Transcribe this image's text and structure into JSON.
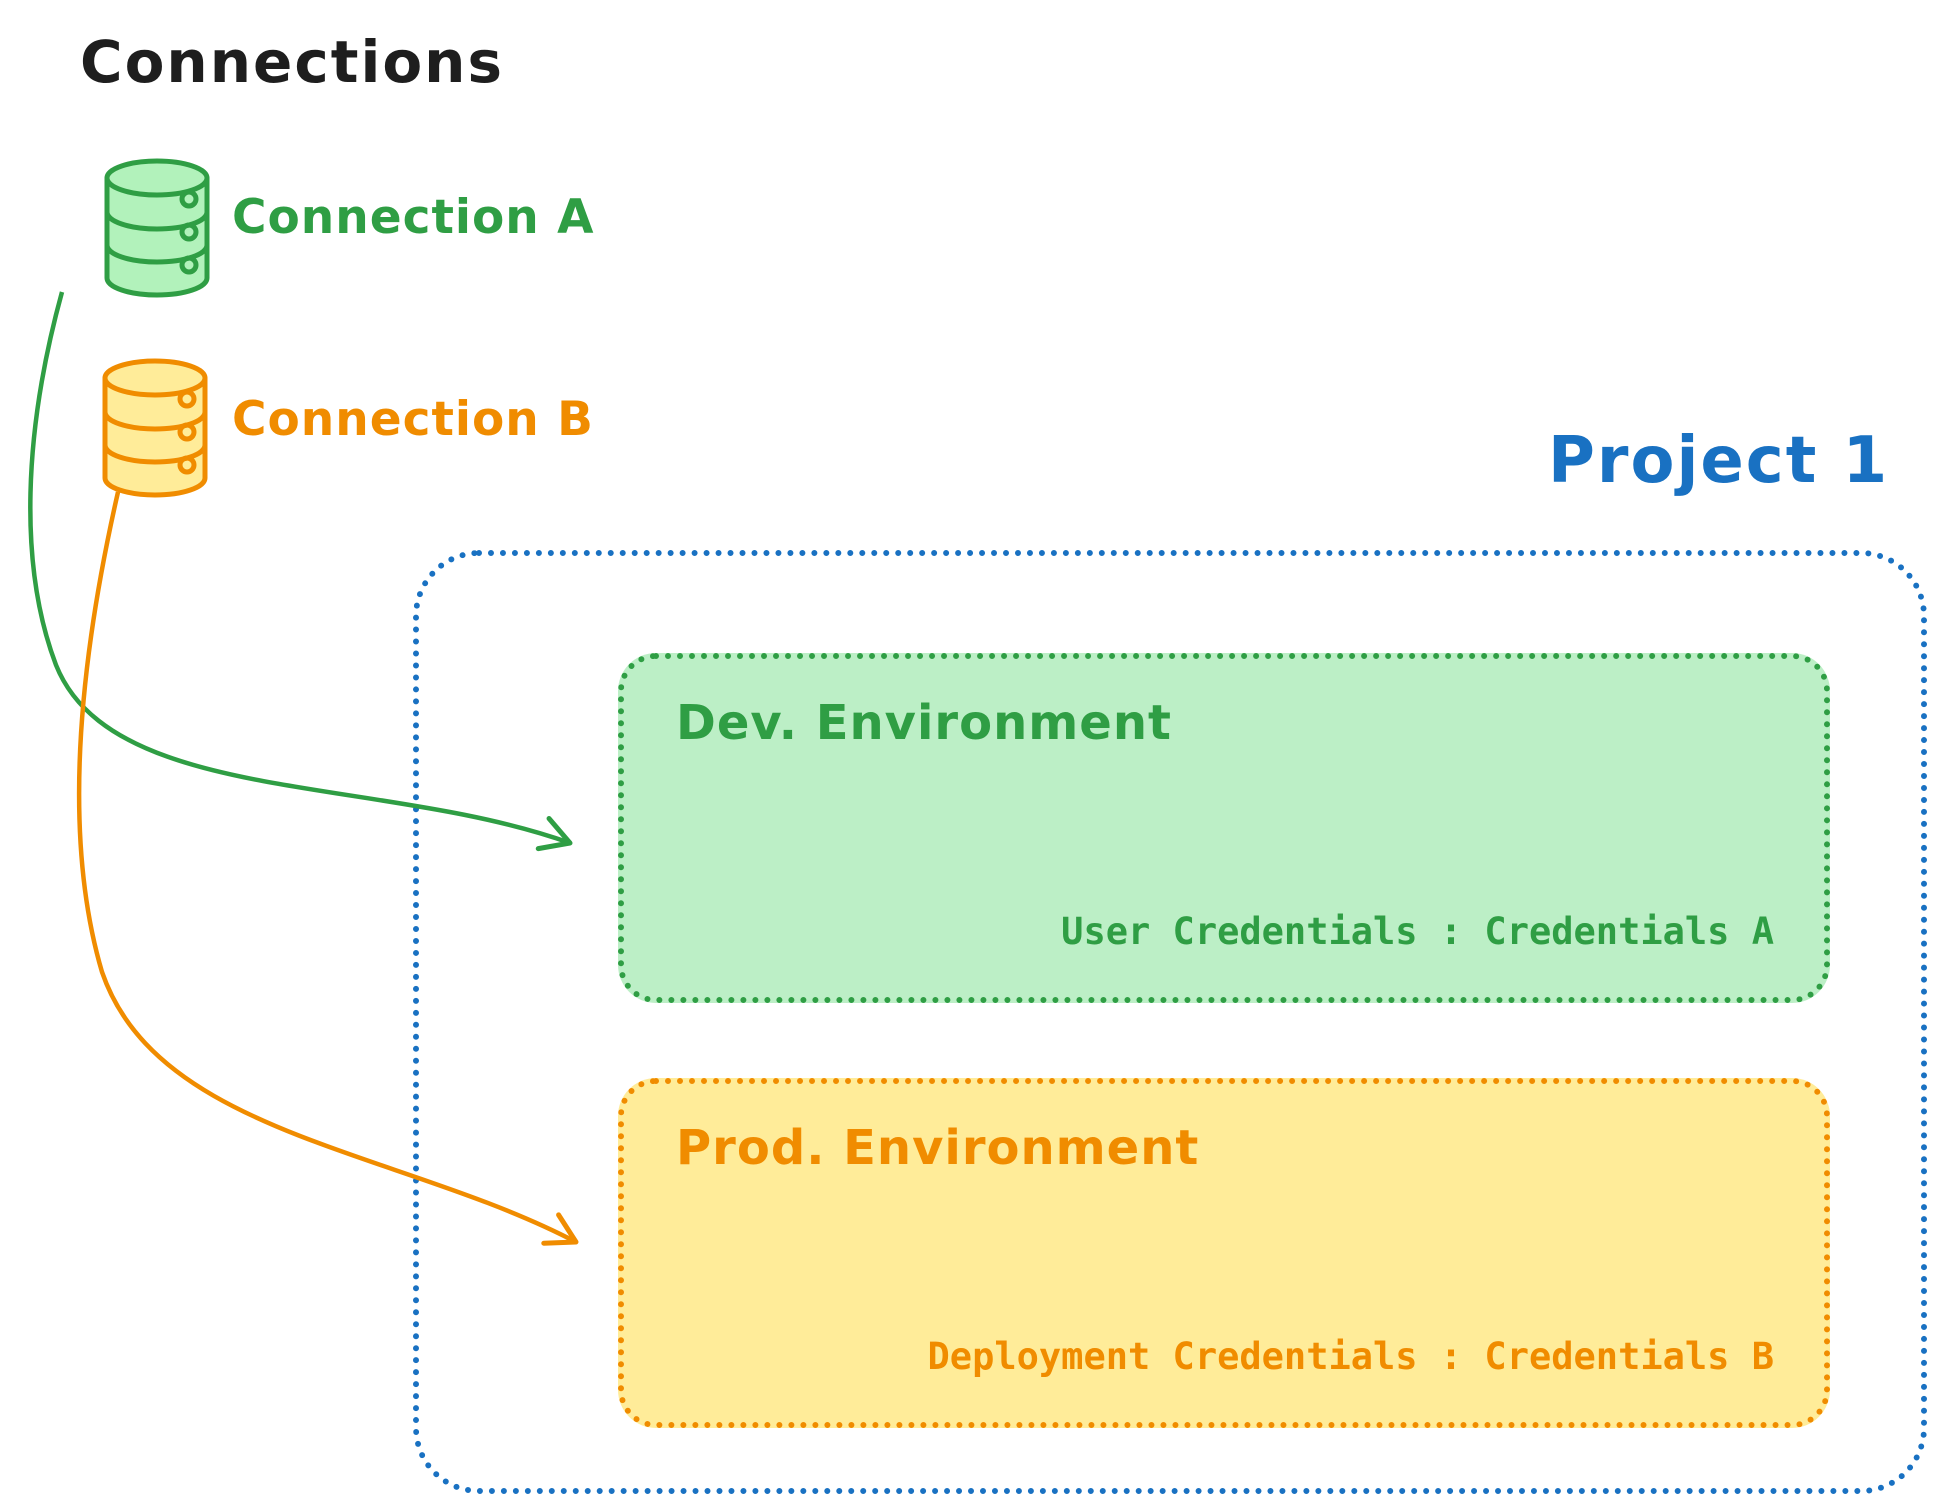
{
  "title": "Connections",
  "connections": [
    {
      "label": "Connection A",
      "color": "#2f9e44",
      "icon": "database-icon"
    },
    {
      "label": "Connection B",
      "color": "#f08c00",
      "icon": "database-icon"
    }
  ],
  "project": {
    "title": "Project 1",
    "color": "#1971c2",
    "environments": [
      {
        "name": "Dev. Environment",
        "credentials": "User Credentials : Credentials A",
        "stroke_color": "#2f9e44",
        "fill_color": "#bcefc6"
      },
      {
        "name": "Prod. Environment",
        "credentials": "Deployment Credentials : Credentials B",
        "stroke_color": "#f08c00",
        "fill_color": "#ffec99"
      }
    ]
  },
  "arrows": [
    {
      "from": "Connection A",
      "to": "Dev. Environment",
      "color": "#2f9e44"
    },
    {
      "from": "Connection B",
      "to": "Prod. Environment",
      "color": "#f08c00"
    }
  ]
}
